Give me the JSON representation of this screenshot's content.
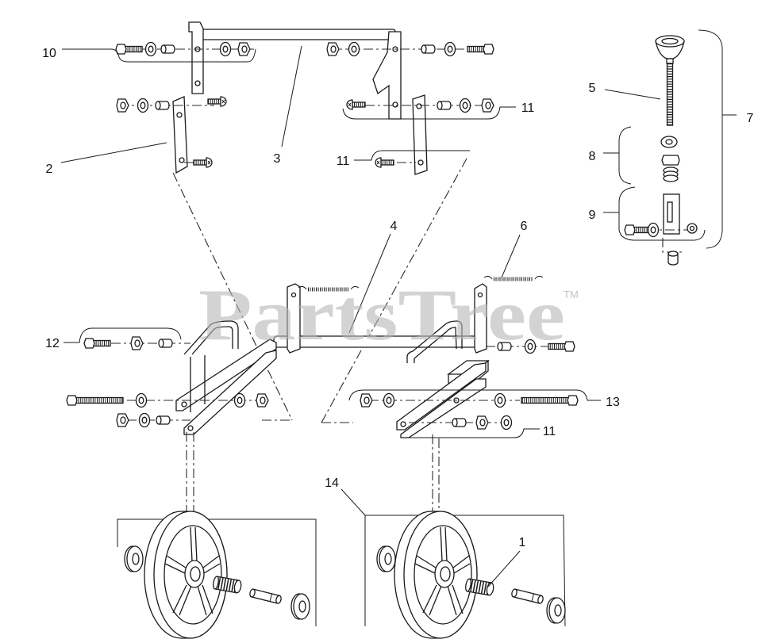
{
  "watermark": {
    "text": "PartsTree",
    "trademark": "TM"
  },
  "callouts": [
    "10",
    "3",
    "2",
    "11",
    "11",
    "5",
    "7",
    "8",
    "9",
    "4",
    "6",
    "12",
    "13",
    "11",
    "14",
    "1"
  ]
}
